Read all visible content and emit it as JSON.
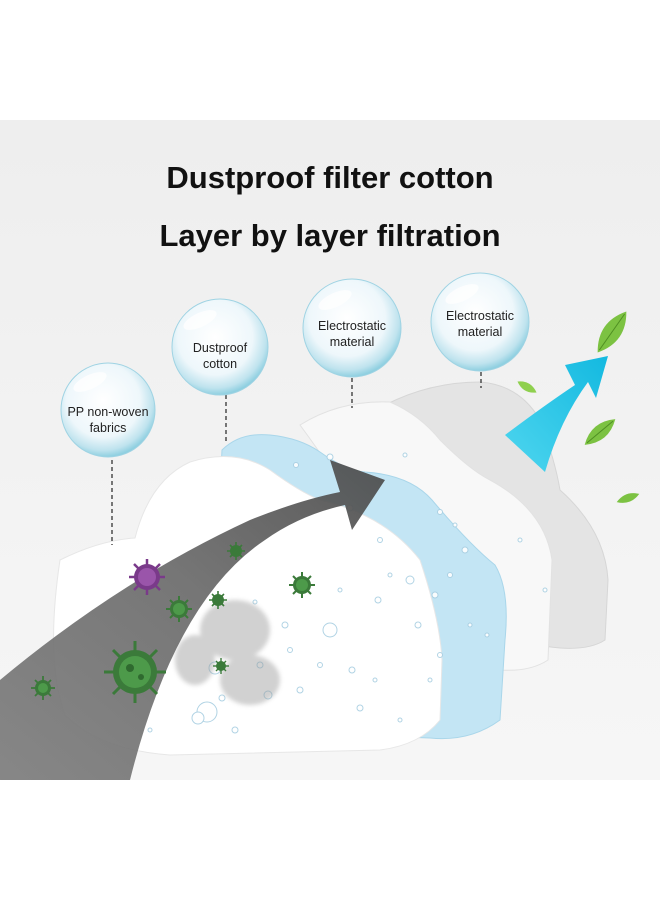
{
  "headline": {
    "line1": "Dustproof filter cotton",
    "line2": "Layer by layer filtration"
  },
  "layers": [
    {
      "line1": "PP non-woven",
      "line2": "fabrics"
    },
    {
      "line1": "Dustproof",
      "line2": "cotton"
    },
    {
      "line1": "Electrostatic",
      "line2": "material"
    },
    {
      "line1": "Electrostatic",
      "line2": "material"
    }
  ],
  "colors": {
    "panel_bg": "#eeeeee",
    "blue_layer": "#bfe3f3",
    "arrow_cyan": "#1ec8e6",
    "virus_green": "#3b7a3a",
    "virus_purple": "#7a3a8a",
    "leaf_green": "#7cc242"
  }
}
